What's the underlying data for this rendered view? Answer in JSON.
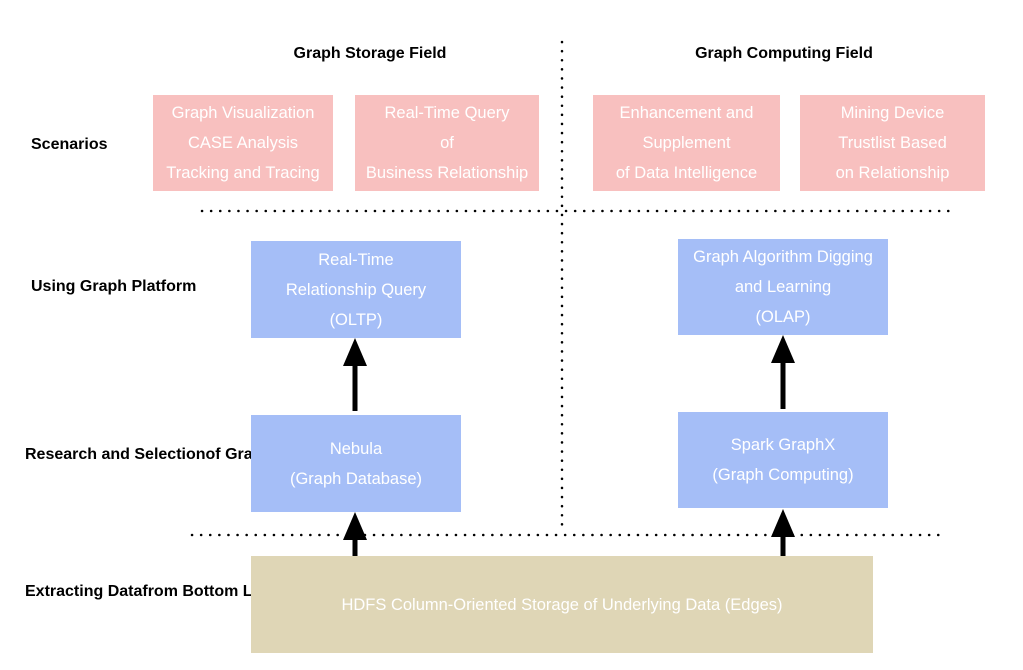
{
  "headers": {
    "storage": "Graph Storage Field",
    "computing": "Graph Computing Field"
  },
  "row_labels": {
    "scenarios": [
      "Scenarios"
    ],
    "using": [
      "Using Graph Platform"
    ],
    "research": [
      "Research and Selection",
      "of Graph Platforms"
    ],
    "extracting": [
      "Extracting Data",
      "from Bottom Layer"
    ]
  },
  "colors": {
    "scenario_box": "#f8c0bf",
    "platform_box": "#a5bef7",
    "storage_box": "#dfd6b6",
    "box_text": "#ffffff",
    "arrow": "#000000"
  },
  "boxes": {
    "graph_visualization": [
      "Graph Visualization",
      "CASE Analysis",
      "Tracking and Tracing"
    ],
    "realtime_query_business": [
      "Real-Time Query",
      "of",
      "Business Relationship"
    ],
    "enhancement": [
      "Enhancement and",
      "Supplement",
      "of Data Intelligence"
    ],
    "mining_device": [
      "Mining Device",
      "Trustlist Based",
      "on Relationship"
    ],
    "realtime_relationship": [
      "Real-Time",
      "Relationship Query",
      "(OLTP)"
    ],
    "graph_algorithm": [
      "Graph Algorithm Digging",
      "and Learning",
      "(OLAP)"
    ],
    "nebula": [
      "Nebula",
      "(Graph Database)"
    ],
    "spark": [
      "Spark GraphX",
      "(Graph Computing)"
    ],
    "hdfs": [
      "HDFS Column-Oriented Storage of Underlying Data (Edges)"
    ]
  }
}
